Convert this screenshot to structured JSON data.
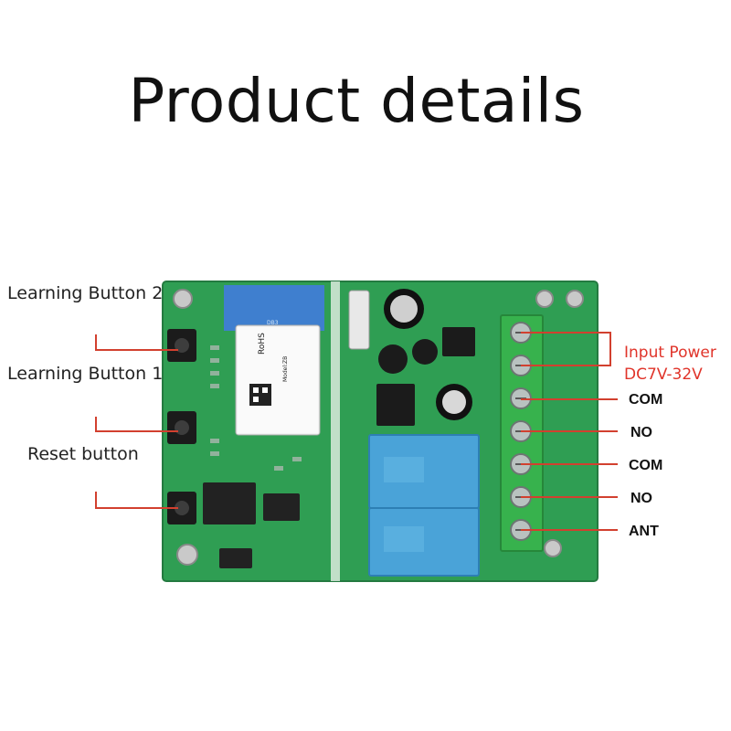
{
  "title": "Product details",
  "left_labels": {
    "learning_button_2": "Learning Button 2",
    "learning_button_1": "Learning Button 1",
    "reset_button": "Reset button"
  },
  "power": {
    "label": "Input Power",
    "range": "DC7V-32V"
  },
  "terminals": [
    "COM",
    "NO",
    "COM",
    "NO",
    "ANT"
  ],
  "module_text": {
    "rohs": "RoHS",
    "model": "Model:ZB",
    "pcb": "DB3"
  },
  "colors": {
    "board_green": "#2f9e53",
    "callout_red": "#d2402f",
    "terminal_green": "#37b24d",
    "relay_blue": "#4aa3d8"
  }
}
